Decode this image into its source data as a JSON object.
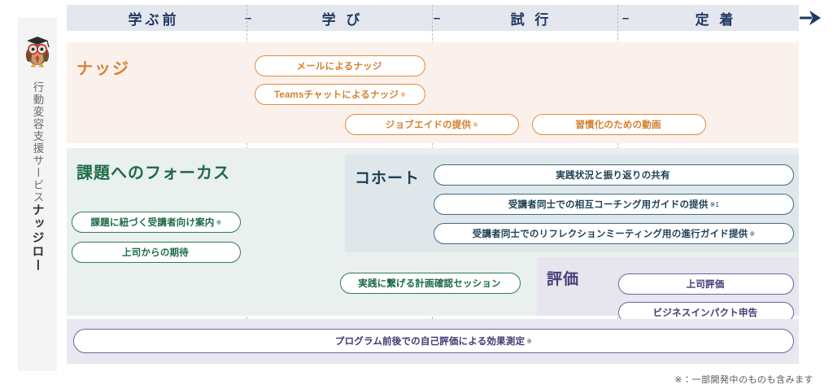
{
  "brand": {
    "mascot_icon": "owl-mascot-icon",
    "service_label": "行動変容支援サービス",
    "product_name": "ナッジロー"
  },
  "header": {
    "separator": "–",
    "arrow_icon": "arrow-right-icon",
    "phases": [
      {
        "label": "学ぶ前"
      },
      {
        "label": "学 び"
      },
      {
        "label": "試 行"
      },
      {
        "label": "定 着"
      }
    ]
  },
  "bands": {
    "nudge": {
      "title": "ナッジ",
      "color": "#d98131",
      "background": "#fbf1ec",
      "items": [
        {
          "label": "メールによるナッジ",
          "note": ""
        },
        {
          "label": "Teamsチャットによるナッジ",
          "note": "※"
        },
        {
          "label": "ジョブエイドの提供",
          "note": "※"
        },
        {
          "label": "習慣化のための動画",
          "note": ""
        }
      ]
    },
    "focus": {
      "title": "課題へのフォーカス",
      "color": "#1e6b47",
      "background": "#eaf0ee",
      "items": [
        {
          "label": "課題に紐づく受講者向け案内",
          "note": "※"
        },
        {
          "label": "上司からの期待",
          "note": ""
        },
        {
          "label": "実践に繋げる計画確認セッション",
          "note": ""
        }
      ]
    },
    "cohort": {
      "title": "コホート",
      "color": "#1c3f55",
      "background": "#dfe7eb",
      "items": [
        {
          "label": "実践状況と振り返りの共有",
          "note": ""
        },
        {
          "label": "受講者同士での相互コーチング用ガイドの提供",
          "note": "※1"
        },
        {
          "label": "受講者同士でのリフレクションミーティング用の進行ガイド提供",
          "note": "※"
        }
      ]
    },
    "evaluation": {
      "title": "評価",
      "color": "#45407a",
      "background": "#e7e5ee",
      "items": [
        {
          "label": "上司評価",
          "note": ""
        },
        {
          "label": "ビジネスインパクト申告",
          "note": ""
        }
      ]
    },
    "bottom": {
      "background": "#e9e7ef",
      "items": [
        {
          "label": "プログラム前後での自己評価による効果測定",
          "note": "※"
        }
      ]
    }
  },
  "footnote": "※：一部開発中のものも含みます"
}
